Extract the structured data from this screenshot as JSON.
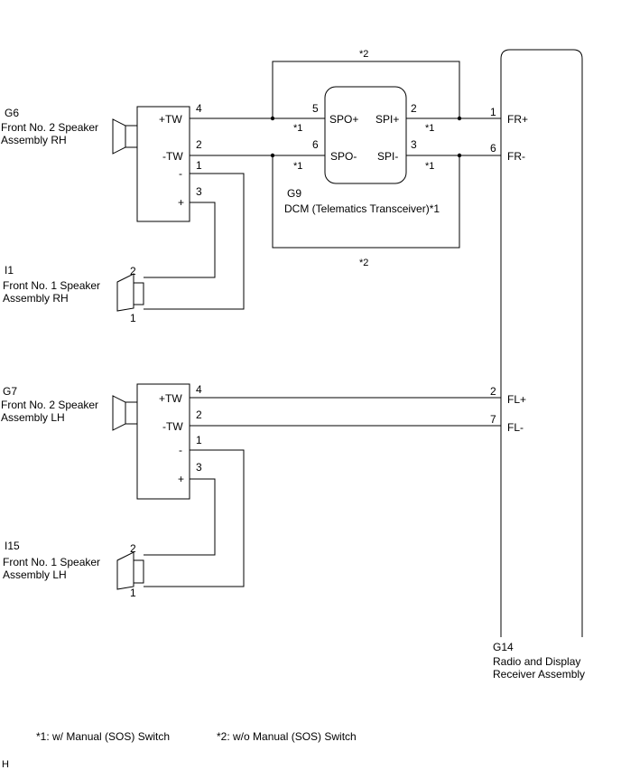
{
  "speakers": {
    "g6": {
      "code": "G6",
      "name_line1": "Front No. 2 Speaker",
      "name_line2": "Assembly RH",
      "terminals": [
        "+TW",
        "-TW",
        "-",
        "+"
      ],
      "pins": [
        "4",
        "2",
        "1",
        "3"
      ]
    },
    "i1": {
      "code": "I1",
      "name_line1": "Front No. 1 Speaker",
      "name_line2": "Assembly RH",
      "pins": [
        "2",
        "1"
      ]
    },
    "g7": {
      "code": "G7",
      "name_line1": "Front No. 2 Speaker",
      "name_line2": "Assembly LH",
      "terminals": [
        "+TW",
        "-TW",
        "-",
        "+"
      ],
      "pins": [
        "4",
        "2",
        "1",
        "3"
      ]
    },
    "i15": {
      "code": "I15",
      "name_line1": "Front No. 1 Speaker",
      "name_line2": "Assembly LH",
      "pins": [
        "2",
        "1"
      ]
    }
  },
  "dcm": {
    "code": "G9",
    "name": "DCM (Telematics Transceiver)*1",
    "terminals": [
      "SPO+",
      "SPO-",
      "SPI+",
      "SPI-"
    ],
    "pins": [
      "5",
      "6",
      "2",
      "3"
    ]
  },
  "radio": {
    "code": "G14",
    "name_line1": "Radio and Display",
    "name_line2": "Receiver Assembly",
    "terminals": [
      "FR+",
      "FR-",
      "FL+",
      "FL-"
    ],
    "pins": [
      "1",
      "6",
      "2",
      "7"
    ]
  },
  "markers": {
    "star1": "*1",
    "star2": "*2"
  },
  "notes": {
    "note1": "*1: w/ Manual (SOS) Switch",
    "note2": "*2: w/o Manual (SOS) Switch"
  },
  "corner_label": "H"
}
